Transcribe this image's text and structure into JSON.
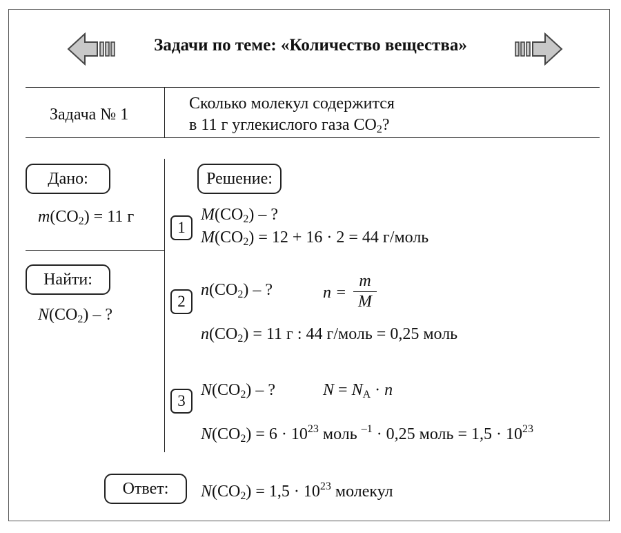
{
  "header": {
    "title": "Задачи по теме: «Количество вещества»",
    "prev_icon": "arrow-left-icon",
    "next_icon": "arrow-right-icon",
    "arrow_fill": "#c8c8c8"
  },
  "task": {
    "label": "Задача № 1",
    "question_line1": "Сколько молекул содержится",
    "question_line2": "в 11 г углекислого газа СО",
    "question_sub": "2",
    "question_end": "?"
  },
  "given": {
    "heading": "Дано:",
    "mass_var": "m",
    "mass_open": "(CO",
    "mass_sub": "2",
    "mass_rest": ") = 11 г"
  },
  "find": {
    "heading": "Найти:",
    "var": "N",
    "open": "(CO",
    "sub": "2",
    "rest": ") – ?"
  },
  "solution": {
    "heading": "Решение:",
    "steps": [
      {
        "number": "1",
        "q_var": "M",
        "q_open": "(CO",
        "q_sub": "2",
        "q_rest": ") – ?",
        "c_var": "M",
        "c_open": "(CO",
        "c_sub": "2",
        "c_rest": ") = 12 + 16 · 2 = 44 г/моль"
      },
      {
        "number": "2",
        "q_var": "n",
        "q_open": "(CO",
        "q_sub": "2",
        "q_rest": ") – ?",
        "f_lhs": "n =",
        "f_num": "m",
        "f_den": "M",
        "c_var": "n",
        "c_open": "(CO",
        "c_sub": "2",
        "c_rest": ") = 11 г : 44 г/моль = 0,25 моль"
      },
      {
        "number": "3",
        "q_var": "N",
        "q_open": "(CO",
        "q_sub": "2",
        "q_rest": ") – ?",
        "f_lhs": "N",
        "f_eq": " = ",
        "f_na": "N",
        "f_na_sub": "A",
        "f_mid": " · ",
        "f_n": "n",
        "c_var": "N",
        "c_open": "(CO",
        "c_sub": "2",
        "c_p1": ") = 6 · 10",
        "c_exp1": "23",
        "c_p2": " моль ",
        "c_exp2": "–1",
        "c_p3": " · 0,25 моль = 1,5 · 10",
        "c_exp3": "23"
      }
    ]
  },
  "answer": {
    "heading": "Ответ:",
    "var": "N",
    "open": "(CO",
    "sub": "2",
    "p1": ") = 1,5 · 10",
    "exp": "23",
    "p2": " молекул"
  }
}
